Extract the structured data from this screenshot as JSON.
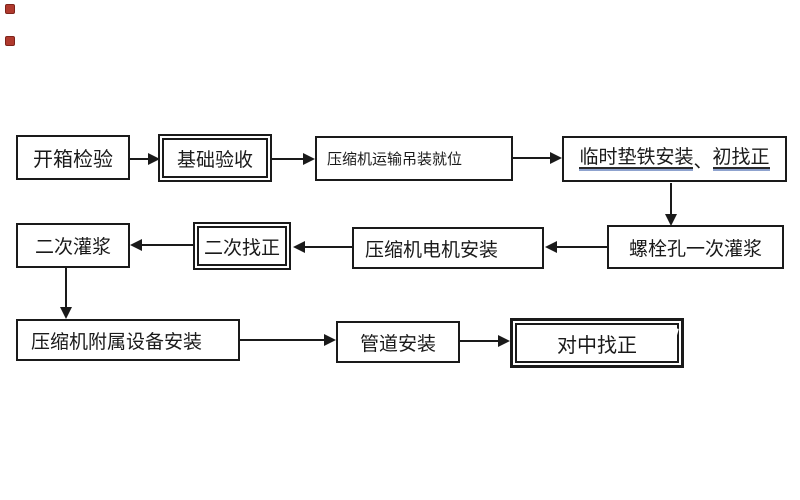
{
  "diagram": {
    "type": "flowchart",
    "background": "#ffffff",
    "colors": {
      "line": "#1a1a1a",
      "text": "#1a1a1a",
      "box_fill": "#ffffff",
      "underline_accent": "#8fa3cf"
    },
    "nodes": [
      {
        "id": "n1",
        "label": "开箱检验",
        "border": "single"
      },
      {
        "id": "n2",
        "label": "基础验收",
        "border": "double"
      },
      {
        "id": "n3",
        "label": "压缩机运输吊装就位",
        "border": "single"
      },
      {
        "id": "n4",
        "label": "临时垫铁安装、初找正",
        "border": "single",
        "parts": [
          {
            "text": "临时垫铁安装",
            "underline": true
          },
          {
            "text": "、",
            "underline": false
          },
          {
            "text": "初找正",
            "underline": true
          }
        ]
      },
      {
        "id": "n5",
        "label": "螺栓孔一次灌浆",
        "border": "single"
      },
      {
        "id": "n6",
        "label": "压缩机电机安装",
        "border": "single"
      },
      {
        "id": "n7",
        "label": "二次找正",
        "border": "double"
      },
      {
        "id": "n8",
        "label": "二次灌浆",
        "border": "single"
      },
      {
        "id": "n9",
        "label": "压缩机附属设备安装",
        "border": "single"
      },
      {
        "id": "n10",
        "label": "管道安装",
        "border": "single"
      },
      {
        "id": "n11",
        "label": "对中找正",
        "border": "double-thick"
      }
    ],
    "edges": [
      {
        "from": "n1",
        "to": "n2"
      },
      {
        "from": "n2",
        "to": "n3"
      },
      {
        "from": "n3",
        "to": "n4"
      },
      {
        "from": "n4",
        "to": "n5"
      },
      {
        "from": "n5",
        "to": "n6"
      },
      {
        "from": "n6",
        "to": "n7"
      },
      {
        "from": "n7",
        "to": "n8"
      },
      {
        "from": "n8",
        "to": "n9"
      },
      {
        "from": "n9",
        "to": "n10"
      },
      {
        "from": "n10",
        "to": "n11"
      }
    ],
    "decorations": {
      "corner_icons": [
        {
          "name": "broken-image-icon",
          "color": "#b03a2e"
        },
        {
          "name": "broken-image-icon",
          "color": "#b03a2e"
        }
      ],
      "artifact": "white-slash-on-right-border-of-n11"
    }
  }
}
